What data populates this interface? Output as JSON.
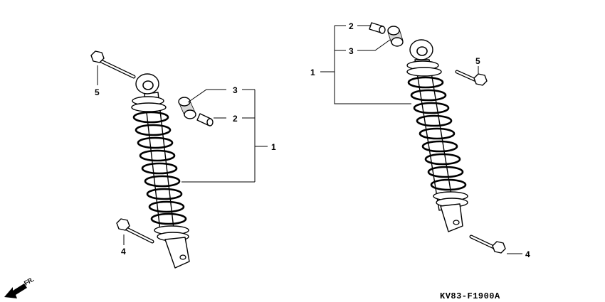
{
  "diagram": {
    "callouts": {
      "left": {
        "shock_absorber": "1",
        "collar": "2",
        "bush": "3",
        "lower_bolt": "4",
        "upper_bolt": "5"
      },
      "right": {
        "shock_absorber": "1",
        "collar": "2",
        "bush": "3",
        "lower_bolt": "4",
        "upper_bolt": "5"
      }
    },
    "direction_label": "FR.",
    "drawing_code": "KV83-F1900A",
    "colors": {
      "ink": "#000000",
      "background": "#ffffff"
    }
  }
}
